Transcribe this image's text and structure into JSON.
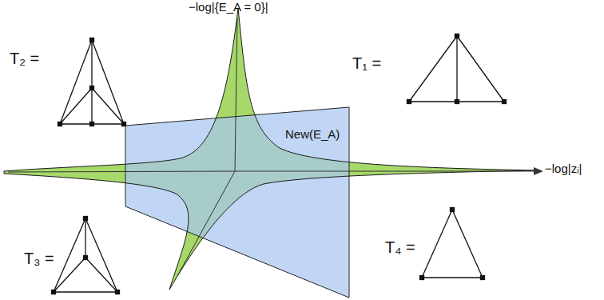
{
  "diagram": {
    "labels": [
      "−log|{E_A = 0}|",
      "New(E_A)",
      "−log|zᵢ|",
      "T₂ =",
      "T₁ =",
      "T₃ =",
      "T₄ ="
    ]
  }
}
